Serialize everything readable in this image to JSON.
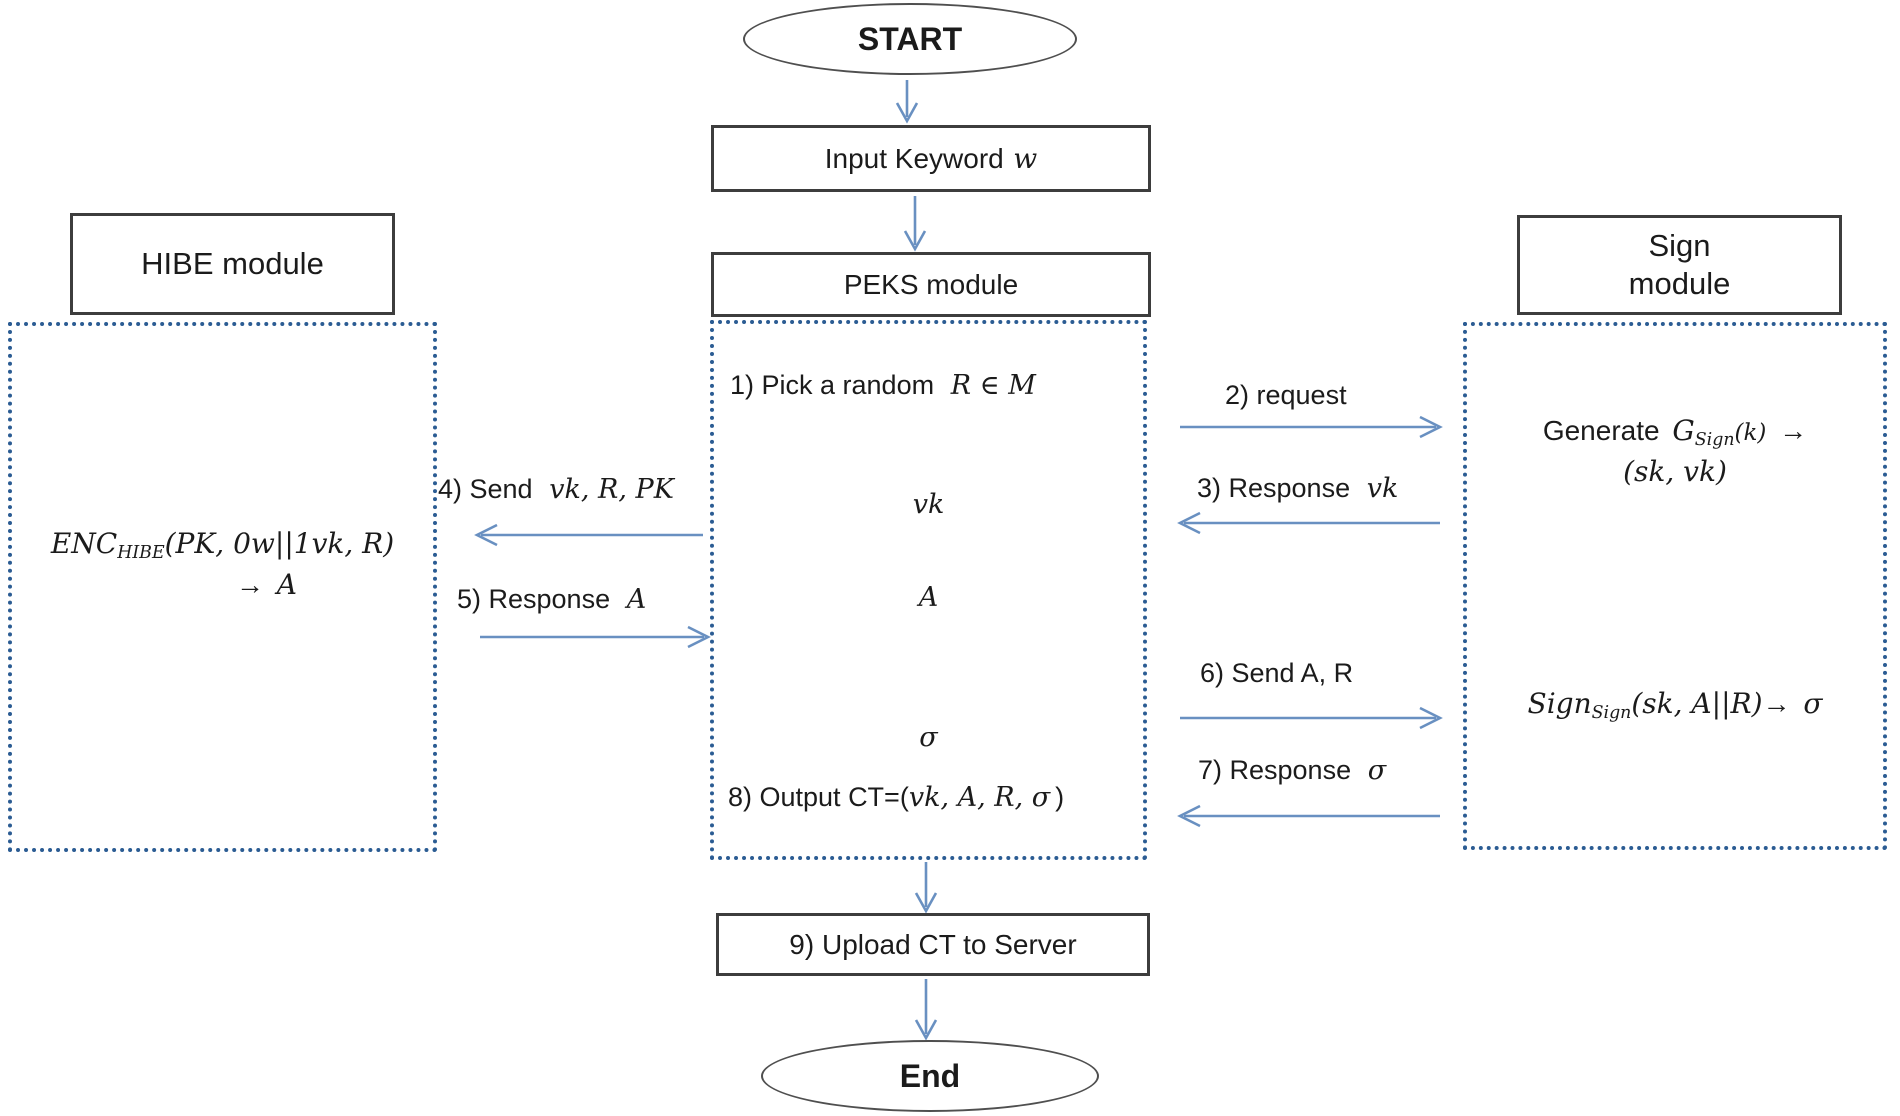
{
  "colors": {
    "arrow": "#6990c1",
    "dotted_border": "#2b5c93",
    "box_border": "#3d3d3d",
    "oval_border": "#4f4f4f",
    "text": "#1b1b1b",
    "background": "#ffffff"
  },
  "nodes": {
    "start": {
      "label": "START"
    },
    "input_keyword": {
      "text": "Input Keyword",
      "math": "w"
    },
    "peks": {
      "title": "PEKS module",
      "step1_text": "1) Pick a random",
      "step1_math": "R ∈ M",
      "var_vk": "vk",
      "var_a": "A",
      "var_sigma": "σ",
      "step8_text": "8) Output CT=(",
      "step8_math": "vk, A, R, σ",
      "step8_suffix": ")"
    },
    "hibe": {
      "title": "HIBE module",
      "formula_fn": "ENC",
      "formula_sub": "HIBE",
      "formula_args": "(PK, 0w||1vk, R)",
      "formula_arrow": "→",
      "formula_result": "A"
    },
    "sign": {
      "title_line1": "Sign",
      "title_line2": "module",
      "gen_text": "Generate",
      "gen_fn": "G",
      "gen_sub": "Sign",
      "gen_args": "(k)",
      "gen_arrow": "→",
      "gen_result": "(sk, vk)",
      "sig_fn": "Sign",
      "sig_sub": "Sign",
      "sig_args": "(sk, A||R)",
      "sig_arrow": "→",
      "sig_result": "σ"
    },
    "upload": {
      "label": "9) Upload CT to Server"
    },
    "end": {
      "label": "End"
    }
  },
  "edges": {
    "request_text": "2) request",
    "response_vk_text": "3) Response",
    "response_vk_math": "vk",
    "send_vk_text": "4) Send",
    "send_vk_math": "vk, R, PK",
    "response_a_text": "5) Response",
    "response_a_math": "A",
    "send_ar_text": "6) Send A, R",
    "response_sigma_text": "7) Response",
    "response_sigma_math": "σ"
  }
}
